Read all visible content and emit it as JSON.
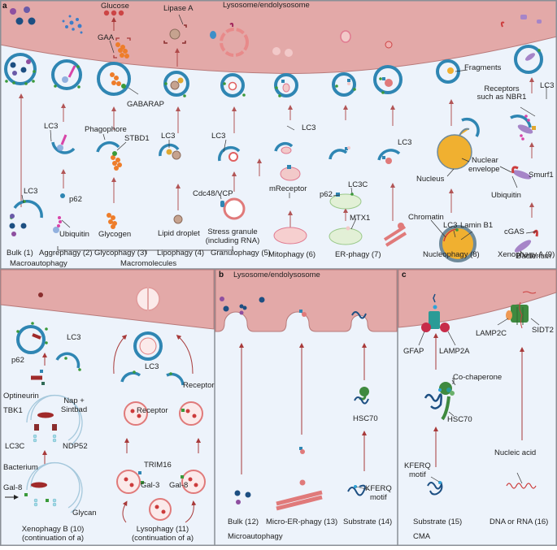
{
  "figure": {
    "colors": {
      "background": "#edf3fb",
      "lysosome": "#e3a9a8",
      "lysosome_edge": "#b87a7a",
      "phagophore": "#2f86b3",
      "lc3_dot": "#3a9a3a",
      "arrow": "#a83a3a",
      "panel_border": "#8a8f96"
    },
    "panel_a": {
      "letter": "a",
      "lysosome_label": "Lysosome/endolysosome",
      "top_labels": {
        "glucose": "Glucose",
        "gaa": "GAA",
        "lipase_a": "Lipase A",
        "gabarap": "GABARAP",
        "fragments": "Fragments",
        "receptors_nbr1": [
          "Receptors",
          "such as NBR1"
        ],
        "lc3_xeno": "LC3"
      },
      "middle_labels": {
        "lc3_aggre": "LC3",
        "phagophore": "Phagophore",
        "stbd1": "STBD1",
        "lc3_lipo": "LC3",
        "lc3_granulo": "LC3",
        "lc3_mito": "LC3",
        "lc3_er": "LC3",
        "lc3_bulk": "LC3",
        "p62_aggre": "p62",
        "cdc48": "Cdc48/VCP",
        "mreceptor": "mReceptor",
        "p62_er": "p62",
        "lc3c": "LC3C",
        "nucleus": "Nucleus",
        "nuclear_envelope": [
          "Nuclear",
          "envelope"
        ],
        "smurf1": "Smurf1",
        "ubiquitin_xeno": "Ubiquitin"
      },
      "substrate_labels": {
        "ubiquitin": "Ubiquitin",
        "glycogen": "Glycogen",
        "lipid_droplet": "Lipid droplet",
        "stress_granule": [
          "Stress granule",
          "(including RNA)"
        ],
        "mtx1": "MTX1",
        "chromatin": "Chromatin",
        "lc3_nucleo": "LC3",
        "lamin_b1": "Lamin B1",
        "cgas": "cGAS",
        "bacterium": "Bacterium"
      },
      "pathways": [
        {
          "label": "Bulk (1)"
        },
        {
          "label": "Aggrephagy (2)"
        },
        {
          "label": "Glycophagy (3)"
        },
        {
          "label": "Lipophagy (4)"
        },
        {
          "label": "Granulophagy (5)"
        },
        {
          "label": "Mitophagy (6)"
        },
        {
          "label": "ER-phagy (7)"
        },
        {
          "label": "Nucleophagy (8)"
        },
        {
          "label": "Xenophagy A (9)"
        }
      ],
      "group_label_macroautophagy": "Macroautophagy",
      "group_label_macromolecules": "Macromolecules"
    },
    "panel_a_cont": {
      "labels": {
        "lc3_xenoB": "LC3",
        "p62": "p62",
        "optineurin": "Optineurin",
        "tbk1": "TBK1",
        "nap_sintbad": [
          "Nap +",
          "Sintbad"
        ],
        "lc3c": "LC3C",
        "ndp52": "NDP52",
        "bacterium": "Bacterium",
        "gal8_xeno": "Gal-8",
        "glycan": "Glycan",
        "lc3_lyso": "LC3",
        "receptor_left": "Receptor",
        "receptor_right": "Receptor",
        "trim16": "TRIM16",
        "gal3": "Gal-3",
        "gal8_lyso": "Gal-8"
      },
      "pathways": [
        {
          "label": [
            "Xenophagy B (10)",
            "(continuation of a)"
          ]
        },
        {
          "label": [
            "Lysophagy (11)",
            "(continuation of a)"
          ]
        }
      ]
    },
    "panel_b": {
      "letter": "b",
      "lysosome_label": "Lysosome/endolysosome",
      "labels": {
        "hsc70": "HSC70",
        "kferq": [
          "KFERQ",
          "motif"
        ]
      },
      "pathways": [
        {
          "label": "Bulk (12)"
        },
        {
          "label": "Micro-ER-phagy (13)"
        },
        {
          "label": "Substrate (14)"
        }
      ],
      "group_label": "Microautophagy"
    },
    "panel_c": {
      "letter": "c",
      "labels": {
        "gfap": "GFAP",
        "lamp2a": "LAMP2A",
        "lamp2c": "LAMP2C",
        "sidt2": "SIDT2",
        "co_chaperone": "Co-chaperone",
        "hsc70": "HSC70",
        "kferq": [
          "KFERQ",
          "motif"
        ],
        "nucleic_acid": "Nucleic acid"
      },
      "pathways": [
        {
          "label": "Substrate (15)"
        },
        {
          "label": "DNA or RNA (16)"
        }
      ],
      "group_label": "CMA"
    }
  }
}
